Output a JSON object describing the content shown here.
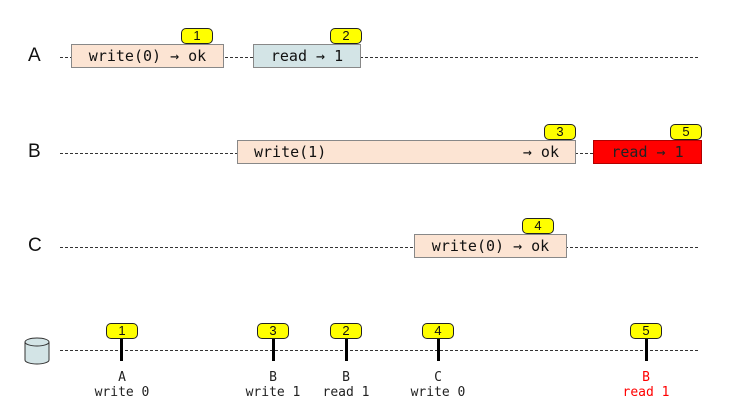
{
  "lanes": [
    "A",
    "B",
    "C"
  ],
  "ops": {
    "a_write": {
      "text": "write(0) → ok",
      "badge": "1"
    },
    "a_read": {
      "text": "read → 1",
      "badge": "2"
    },
    "b_write": {
      "left": "write(1)",
      "right": "→ ok",
      "badge": "3"
    },
    "b_read": {
      "text": "read → 1",
      "badge": "5"
    },
    "c_write": {
      "text": "write(0) → ok",
      "badge": "4"
    }
  },
  "timeline": [
    {
      "badge": "1",
      "process": "A",
      "action": "write 0"
    },
    {
      "badge": "3",
      "process": "B",
      "action": "write 1"
    },
    {
      "badge": "2",
      "process": "B",
      "action": "read 1"
    },
    {
      "badge": "4",
      "process": "C",
      "action": "write 0"
    },
    {
      "badge": "5",
      "process": "B",
      "action": "read 1"
    }
  ],
  "colors": {
    "write": "#fce4d3",
    "read": "#d3e4e6",
    "anomaly": "#ff0000",
    "badge": "#ffff00"
  },
  "icons": {
    "storage": "database-icon"
  }
}
